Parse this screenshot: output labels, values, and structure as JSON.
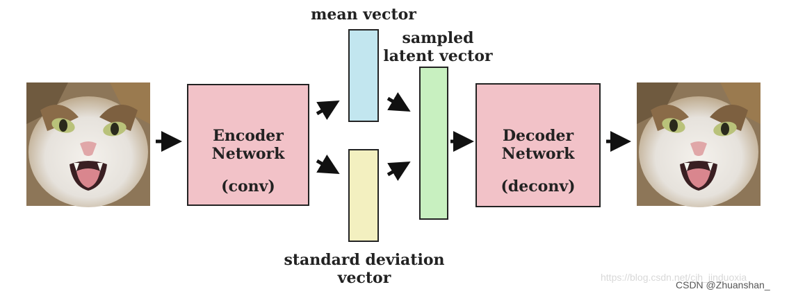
{
  "diagram": {
    "encoder": {
      "title": "Encoder\nNetwork",
      "sub": "(conv)"
    },
    "decoder": {
      "title": "Decoder\nNetwork",
      "sub": "(deconv)"
    },
    "mean_label": "mean vector",
    "std_label": "standard deviation\nvector",
    "latent_label": "sampled\nlatent vector",
    "input_image": "cat-face-photo",
    "output_image": "cat-face-photo",
    "colors": {
      "network_box": "#f2c2c8",
      "mean_box": "#c2e6ef",
      "std_box": "#f3f0c0",
      "latent_box": "#c8f0c0"
    }
  },
  "watermark": {
    "url": "https://blog.csdn.net/cjh_jinduoxia",
    "credit": "CSDN @Zhuanshan_"
  }
}
